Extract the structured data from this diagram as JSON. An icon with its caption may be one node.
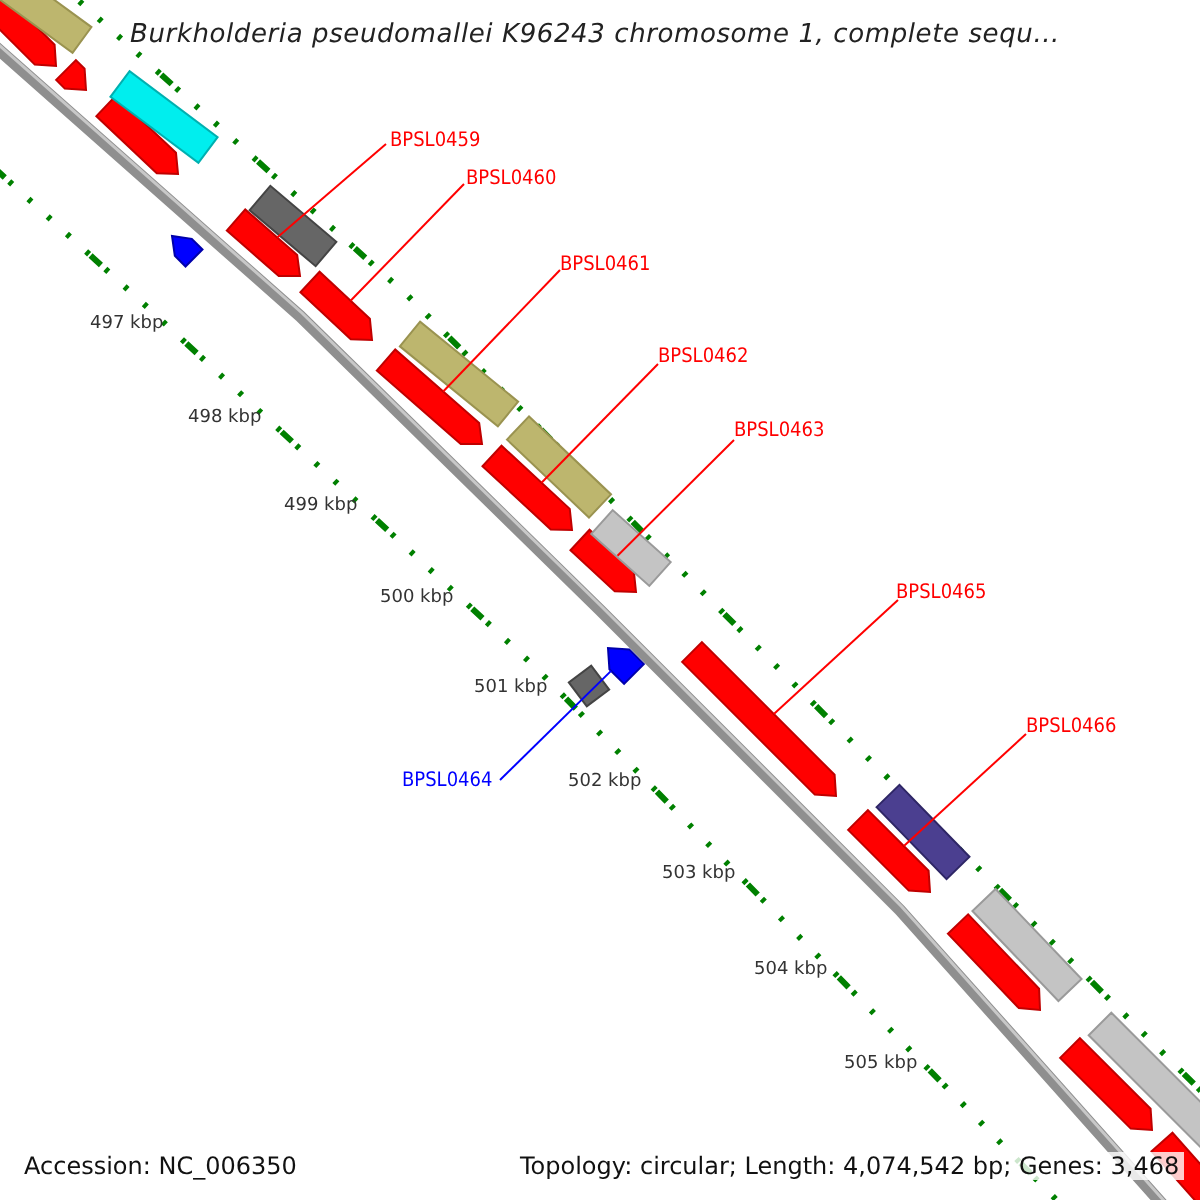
{
  "diagram": {
    "title": "Burkholderia pseudomallei K96243 chromosome 1, complete sequ...",
    "nodes": [
      {
        "text": [
          "BPSL0459"
        ]
      },
      {
        "text": [],
        "shape": "arrow"
      },
      {
        "text": [
          "BPSL0460"
        ]
      },
      {
        "text": [],
        "shape": "arrow"
      },
      {
        "text": [
          "BPSL0461"
        ]
      },
      {
        "text": [],
        "shape": "arrow"
      },
      {
        "text": [
          "BPSL0462"
        ]
      },
      {
        "text": [],
        "shape": "arrow"
      },
      {
        "text": [
          "BPSL0463"
        ]
      },
      {
        "text": [],
        "shape": "arrow"
      },
      {
        "text": [
          "BPSL0465"
        ]
      },
      {
        "text": [],
        "shape": "arrow"
      },
      {
        "text": [
          "BPSL0466"
        ]
      },
      {
        "text": [],
        "shape": "arrow"
      },
      {
        "text": [
          "BPSL0464"
        ]
      },
      {
        "text": [],
        "shape": "arrow"
      },
      {
        "text": [],
        "shape": "arrow"
      },
      {
        "text": [],
        "shape": "arrow"
      },
      {
        "text": [],
        "shape": "arrow"
      },
      {
        "text": [],
        "shape": "arrow"
      },
      {
        "text": [],
        "shape": "arrow"
      },
      {
        "text": [],
        "shape": "arrow"
      },
      {
        "text": [],
        "shape": "arrow"
      }
    ],
    "edges": [
      {
        "from": 0,
        "to": 1,
        "arrow": "none"
      },
      {
        "from": 2,
        "to": 3,
        "arrow": "none"
      },
      {
        "from": 4,
        "to": 5,
        "arrow": "none"
      },
      {
        "from": 6,
        "to": 7,
        "arrow": "none"
      },
      {
        "from": 8,
        "to": 9,
        "arrow": "none"
      },
      {
        "from": 10,
        "to": 11,
        "arrow": "none"
      },
      {
        "from": 12,
        "to": 13,
        "arrow": "none"
      },
      {
        "from": 14,
        "to": 15,
        "arrow": "none",
        "color": "#0000ff"
      }
    ],
    "labels": [
      "497 kbp",
      "498 kbp",
      "499 kbp",
      "500 kbp",
      "501 kbp",
      "502 kbp",
      "503 kbp",
      "504 kbp",
      "505 kbp",
      "Accession: NC_006350",
      "Topology: circular; Length: 4,074,542 bp; Genes: 3,468"
    ]
  }
}
